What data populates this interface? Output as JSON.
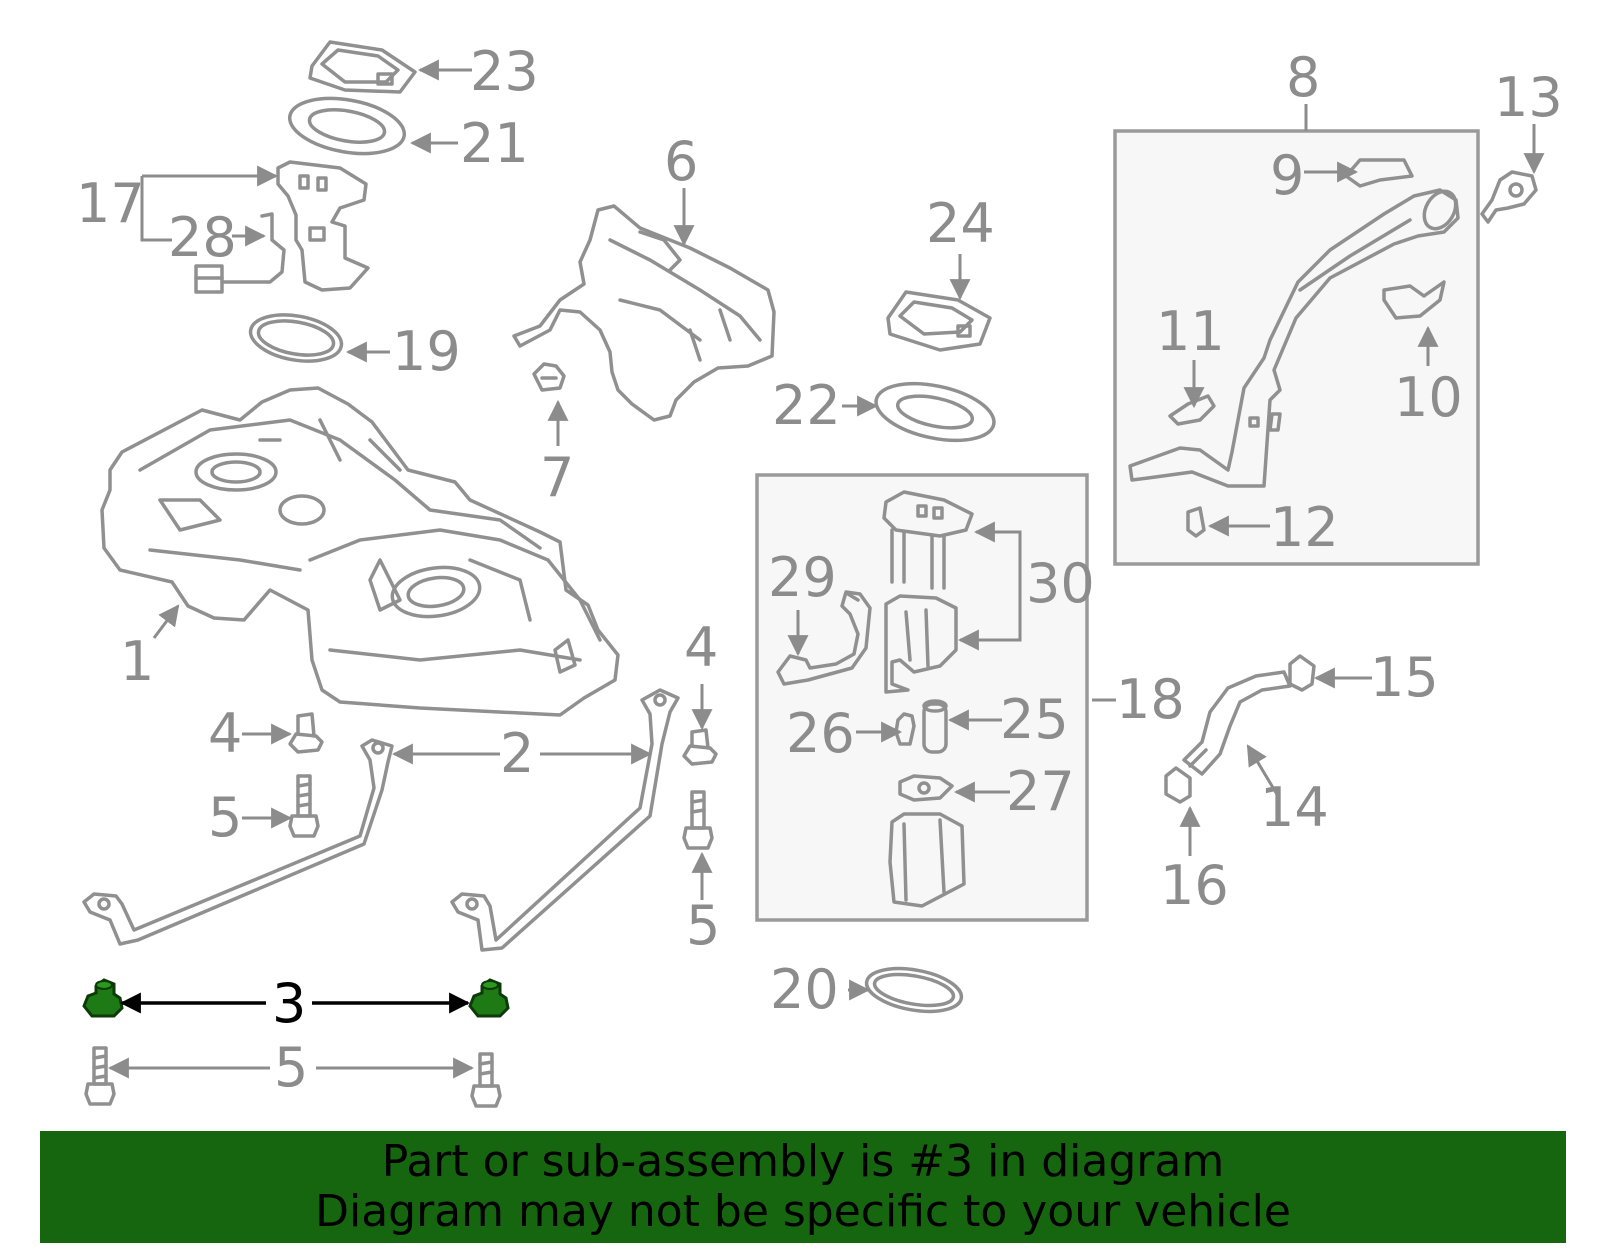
{
  "colors": {
    "banner_background": "#16660f",
    "banner_text": "#000000",
    "highlight_part": "#1d7a14",
    "part_outline": "#909090",
    "callout_text": "#8c8c8c",
    "highlight_text": "#000000",
    "group_box_fill": "#f7f7f7"
  },
  "callouts": {
    "c1": "1",
    "c2": "2",
    "c3": "3",
    "c4a": "4",
    "c4b": "4",
    "c5a": "5",
    "c5b": "5",
    "c5c": "5",
    "c6": "6",
    "c7": "7",
    "c8": "8",
    "c9": "9",
    "c10": "10",
    "c11": "11",
    "c12": "12",
    "c13": "13",
    "c14": "14",
    "c15": "15",
    "c16": "16",
    "c17": "17",
    "c18": "18",
    "c19": "19",
    "c20": "20",
    "c21": "21",
    "c22": "22",
    "c23": "23",
    "c24": "24",
    "c25": "25",
    "c26": "26",
    "c27": "27",
    "c28": "28",
    "c29": "29",
    "c30": "30"
  },
  "highlighted_part": "3",
  "banner": {
    "line1": "Part or sub-assembly is #3 in diagram",
    "line2": "Diagram may not be specific to your vehicle"
  }
}
